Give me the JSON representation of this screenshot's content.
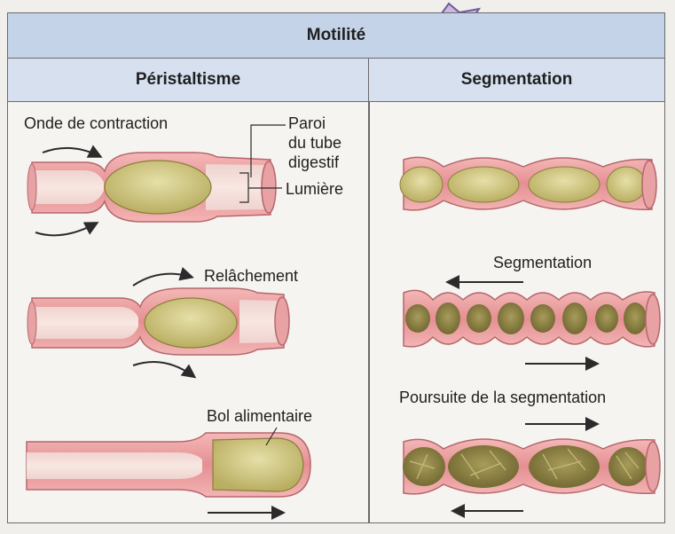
{
  "header": {
    "title": "Motilité",
    "col_left": "Péristaltisme",
    "col_right": "Segmentation"
  },
  "labels": {
    "onde": "Onde de contraction",
    "paroi1": "Paroi",
    "paroi2": "du tube",
    "paroi3": "digestif",
    "lumiere": "Lumière",
    "relachement": "Relâchement",
    "bol": "Bol alimentaire",
    "segmentation": "Segmentation",
    "poursuite": "Poursuite de la segmentation"
  },
  "colors": {
    "wall": "#e79a9c",
    "wall_dark": "#c96a6f",
    "lumen": "#f3cdca",
    "bolus": "#d3cc8f",
    "bolus_dark": "#8a7f3a",
    "header": "#c5d3e8"
  }
}
